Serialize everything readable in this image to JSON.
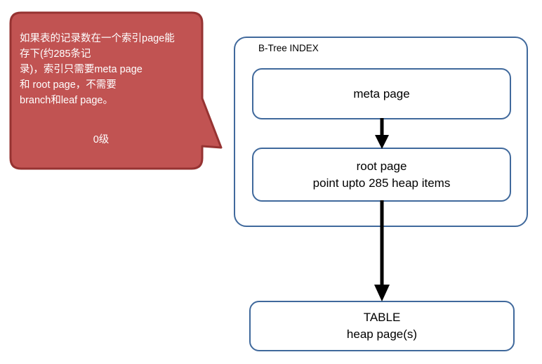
{
  "callout": {
    "name": "annotation-callout",
    "body_text": "如果表的记录数在一个索引page能存下(约285条记\n录)，索引只需要meta page\n和 root page，不需要\nbranch和leaf page。",
    "level_label": "0级",
    "fill_color": "#c15352",
    "border_color": "#963332",
    "text_color": "#ffffff"
  },
  "index_container": {
    "label": "B-Tree INDEX",
    "border_color": "#40699c"
  },
  "boxes": {
    "meta_page": {
      "line1": "meta page"
    },
    "root_page": {
      "line1": "root page",
      "line2": "point upto 285 heap items"
    },
    "table": {
      "line1": "TABLE",
      "line2": "heap page(s)"
    }
  },
  "arrows": {
    "meta_to_root": "arrow-down",
    "root_to_table": "arrow-down",
    "color": "#000000"
  }
}
